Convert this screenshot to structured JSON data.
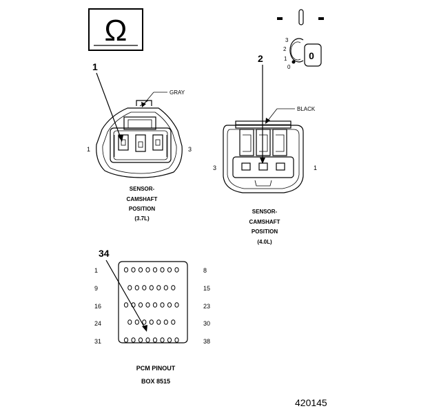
{
  "ohm_icon": {
    "symbol": "Ω",
    "icon": "ohm-meter-icon"
  },
  "ignition_icon": {
    "icon": "ignition-key-icon",
    "positions": [
      "3",
      "2",
      "1",
      "0"
    ],
    "key_label": "0"
  },
  "connector_37": {
    "callout": "1",
    "color_label": "GRAY",
    "left_pin": "1",
    "right_pin": "3",
    "caption_lines": [
      "SENSOR-",
      "CAMSHAFT",
      "POSITION",
      "(3.7L)"
    ]
  },
  "connector_40": {
    "callout": "2",
    "color_label": "BLACK",
    "left_pin": "3",
    "right_pin": "1",
    "caption_lines": [
      "SENSOR-",
      "CAMSHAFT",
      "POSITION",
      "(4.0L)"
    ]
  },
  "pcm": {
    "callout": "34",
    "left_numbers": [
      "1",
      "9",
      "16",
      "24",
      "31"
    ],
    "right_numbers": [
      "8",
      "15",
      "23",
      "30",
      "38"
    ],
    "caption": "PCM PINOUT",
    "box_label": "BOX 8515"
  },
  "figure_id": "420145"
}
